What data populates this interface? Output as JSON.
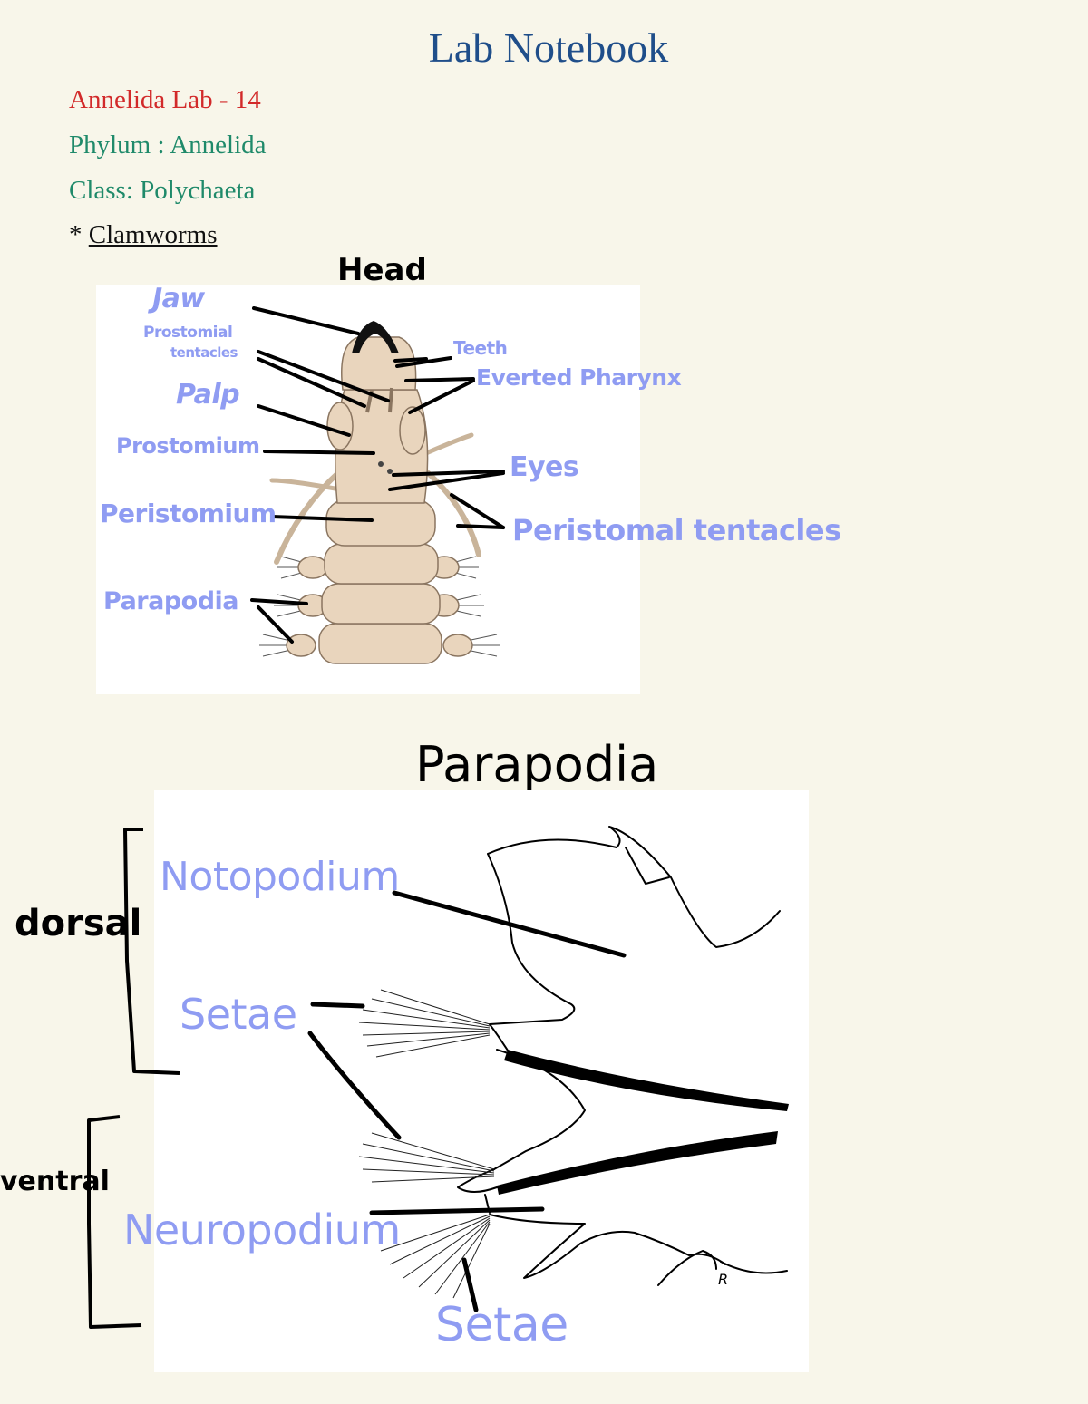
{
  "header": {
    "title": "Lab Notebook",
    "lab_line": "Annelida Lab - 14",
    "phylum_line": "Phylum : Annelida",
    "class_line": "Class: Polychaeta",
    "bullet": "* ",
    "subject": "Clamworms"
  },
  "head_section": {
    "heading": "Head",
    "labels": {
      "jaw": "Jaw",
      "prostomial_tentacles_1": "Prostomial",
      "prostomial_tentacles_2": "tentacles",
      "palp": "Palp",
      "prostomium": "Prostomium",
      "peristomium": "Peristomium",
      "parapodia": "Parapodia",
      "teeth": "Teeth",
      "everted_pharynx": "Everted Pharynx",
      "eyes": "Eyes",
      "peristomal_tentacles": "Peristomal tentacles"
    }
  },
  "parapodia_section": {
    "heading": "Parapodia",
    "side_labels": {
      "dorsal": "dorsal",
      "ventral": "ventral"
    },
    "labels": {
      "notopodium": "Notopodium",
      "setae_upper": "Setae",
      "neuropodium": "Neuropodium",
      "setae_lower": "Setae"
    },
    "signature": "R"
  }
}
